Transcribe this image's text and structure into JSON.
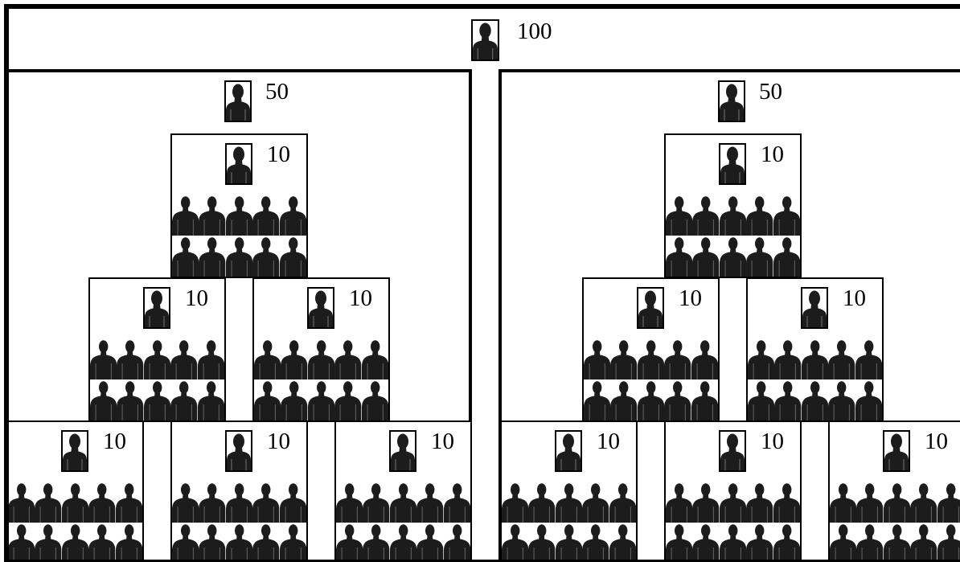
{
  "diagram": {
    "top": {
      "label": "100"
    },
    "groups": [
      {
        "label": "50",
        "units": [
          {
            "label": "10"
          },
          {
            "label": "10"
          },
          {
            "label": "10"
          },
          {
            "label": "10"
          },
          {
            "label": "10"
          },
          {
            "label": "10"
          }
        ]
      },
      {
        "label": "50",
        "units": [
          {
            "label": "10"
          },
          {
            "label": "10"
          },
          {
            "label": "10"
          },
          {
            "label": "10"
          },
          {
            "label": "10"
          },
          {
            "label": "10"
          }
        ]
      }
    ]
  },
  "icons": {
    "leader": "leader-portrait-icon",
    "member": "person-silhouette-icon"
  },
  "colors": {
    "ink": "#000000",
    "silhouette": "#1c1c1c",
    "background": "#ffffff"
  }
}
